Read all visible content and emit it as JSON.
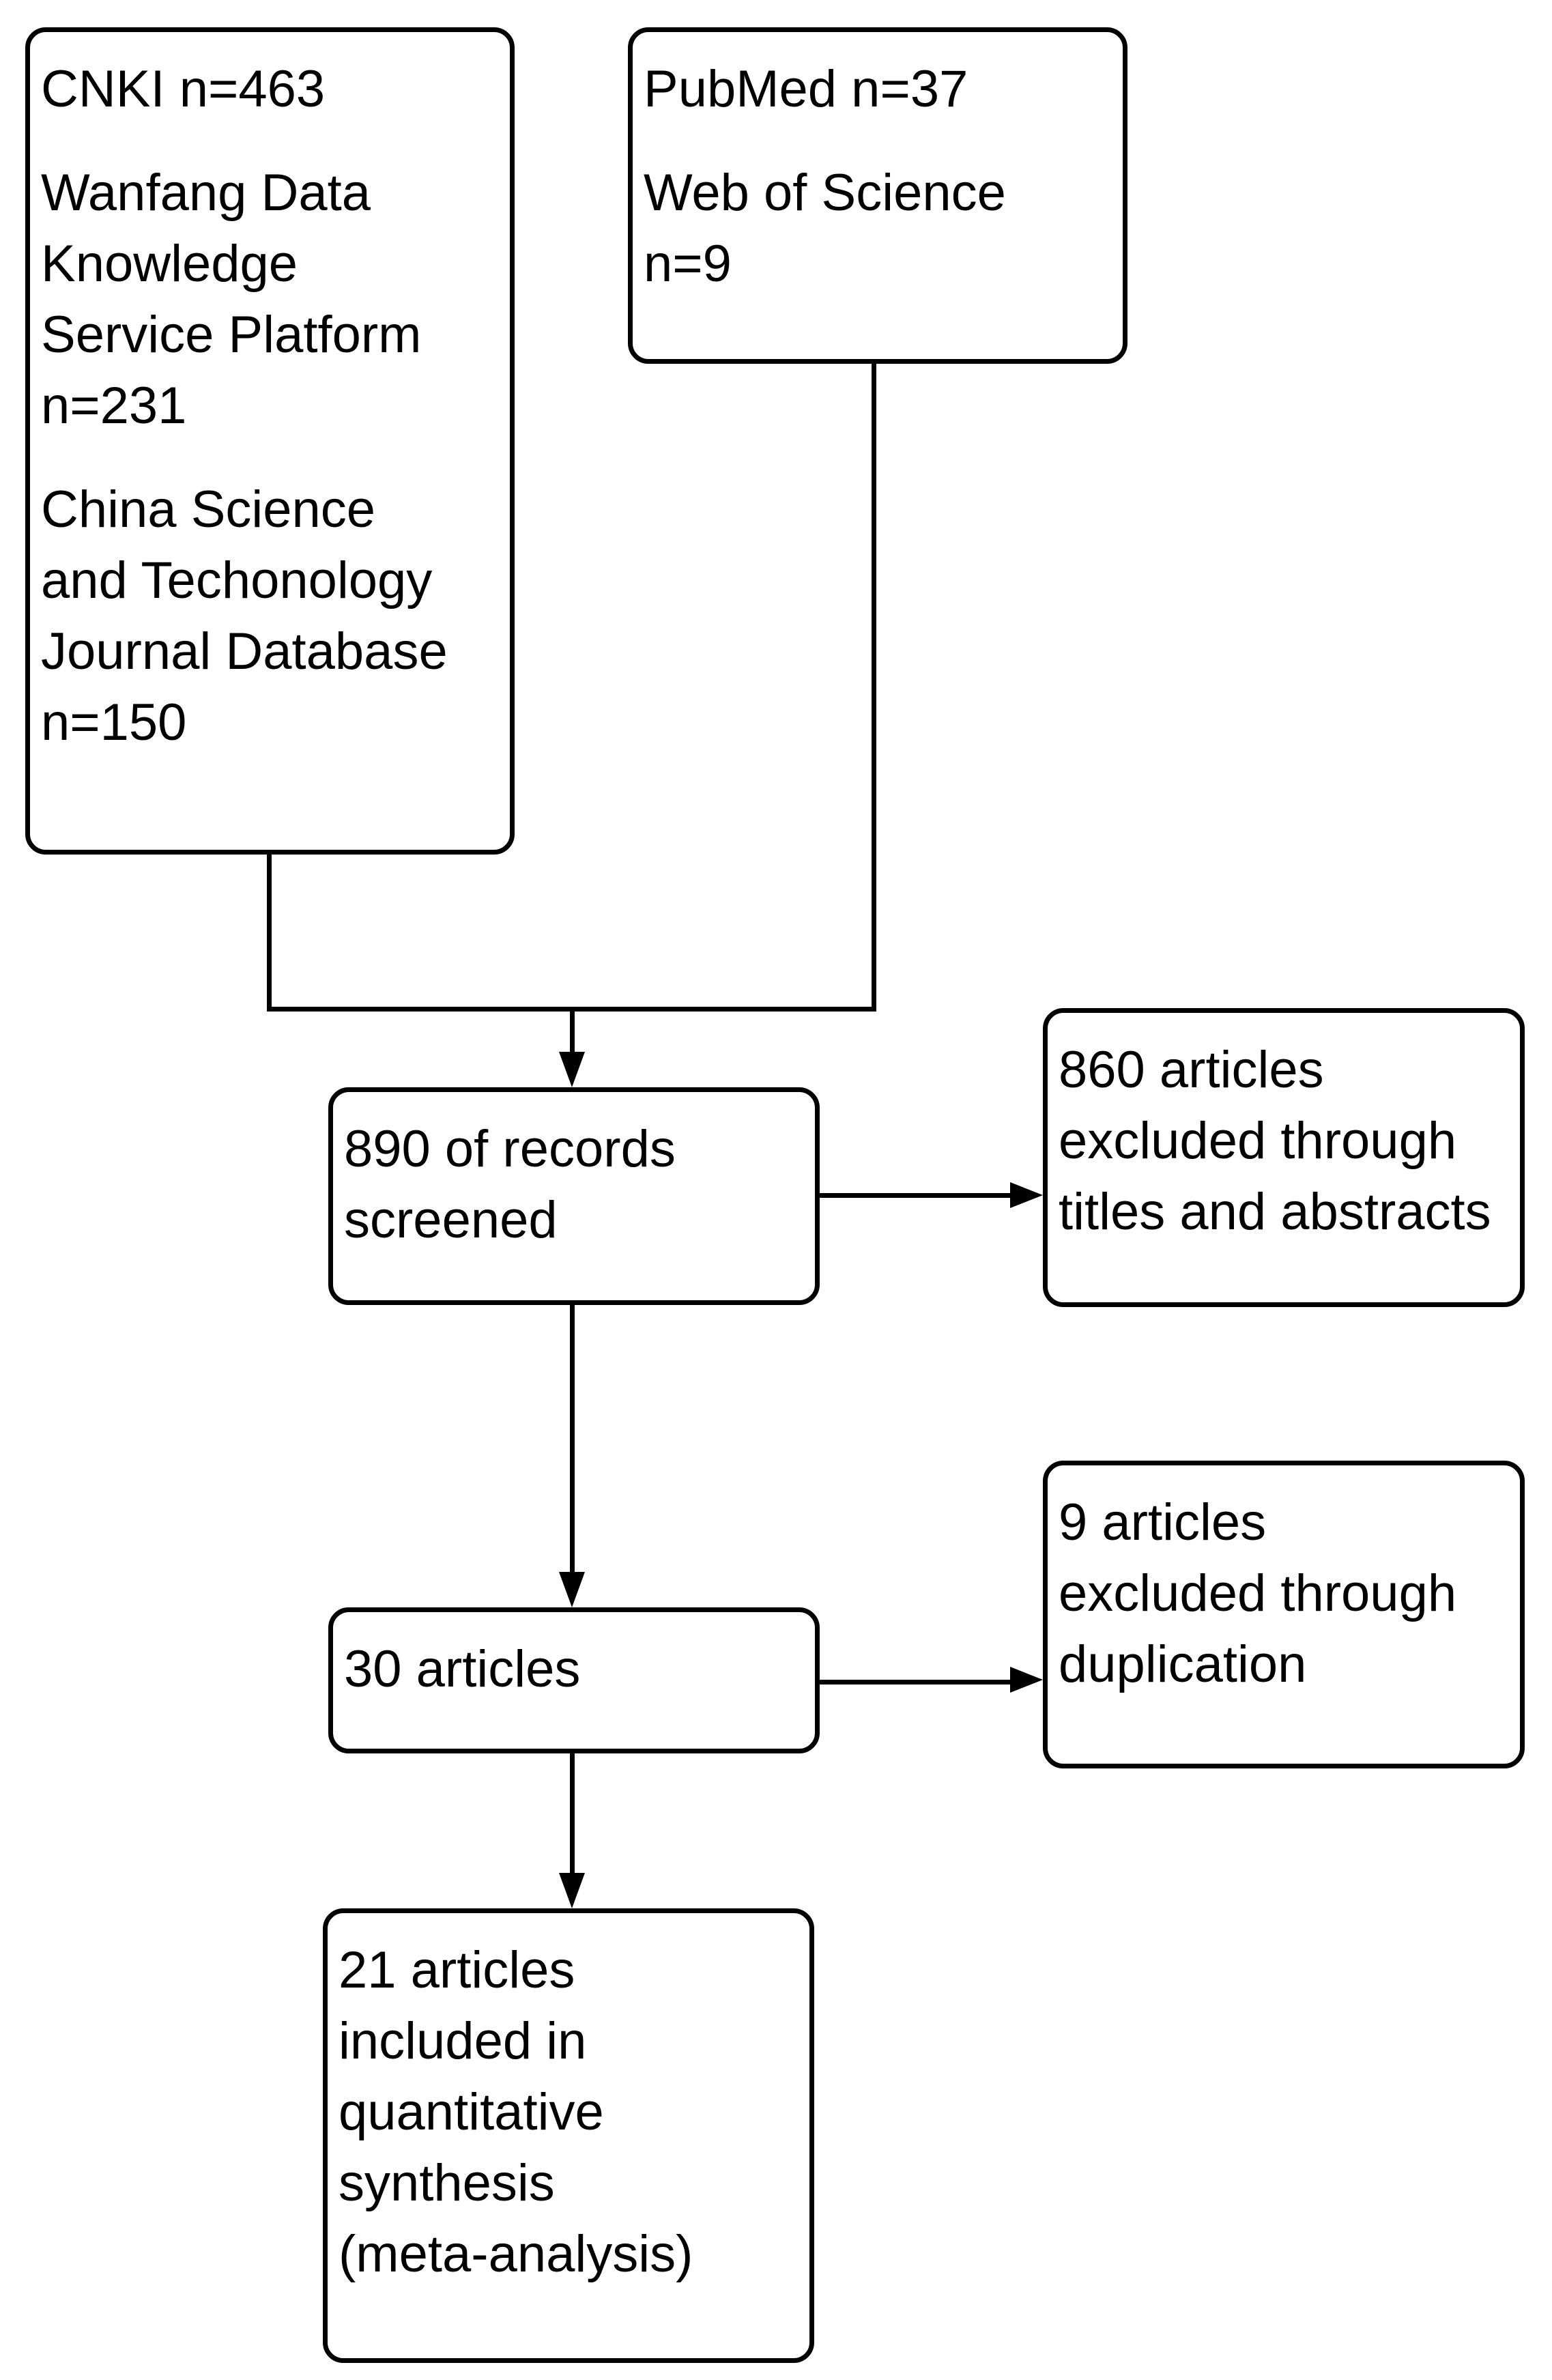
{
  "diagram": {
    "type": "flowchart",
    "colors": {
      "background": "#ffffff",
      "box_fill": "#ffffff",
      "box_border": "#000000",
      "text": "#000000",
      "connector": "#000000"
    },
    "boxes": [
      {
        "id": "cn-databases",
        "paragraphs": [
          [
            "CNKI n=463"
          ],
          [
            "Wanfang Data",
            "Knowledge",
            "Service Platform",
            "n=231"
          ],
          [
            "China Science",
            "and Techonology",
            "Journal Database",
            "n=150"
          ]
        ]
      },
      {
        "id": "intl-databases",
        "paragraphs": [
          [
            "PubMed n=37"
          ],
          [
            "Web of Science",
            "n=9"
          ]
        ]
      },
      {
        "id": "records-screened",
        "paragraphs": [
          [
            "890 of records",
            "screened"
          ]
        ]
      },
      {
        "id": "excluded-titles-abstracts",
        "paragraphs": [
          [
            "860 articles",
            "excluded through",
            "titles and abstracts"
          ]
        ]
      },
      {
        "id": "articles-after-screening",
        "paragraphs": [
          [
            "30 articles"
          ]
        ]
      },
      {
        "id": "excluded-duplication",
        "paragraphs": [
          [
            "9 articles",
            "excluded through",
            "duplication"
          ]
        ]
      },
      {
        "id": "included-meta-analysis",
        "paragraphs": [
          [
            "21 articles",
            "included in",
            "quantitative",
            "synthesis",
            "(meta-analysis)"
          ]
        ]
      }
    ]
  }
}
